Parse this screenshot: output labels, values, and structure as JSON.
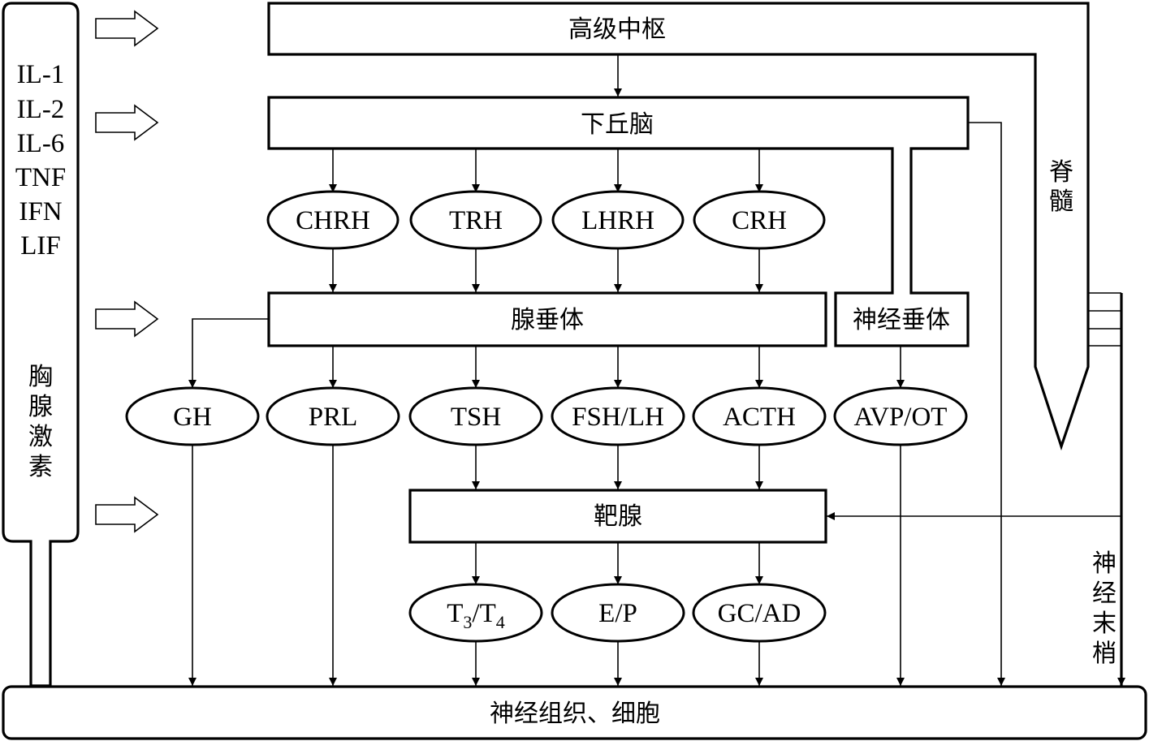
{
  "diagram": {
    "title": "",
    "type": "neuroendocrine-immune regulatory network",
    "boxes": {
      "higher_center": "高级中枢",
      "hypothalamus": "下丘脑",
      "adenohypophysis": "腺垂体",
      "neurohypophysis": "神经垂体",
      "target_gland": "靶腺",
      "nerve_tissue_cells": "神经组织、细胞",
      "spinal_cord": [
        "脊",
        "髓"
      ],
      "nerve_endings": [
        "神",
        "经",
        "末",
        "梢"
      ],
      "thymic_hormone": [
        "胸",
        "腺",
        "激",
        "素"
      ]
    },
    "cytokines": [
      "IL-1",
      "IL-2",
      "IL-6",
      "TNF",
      "IFN",
      "LIF"
    ],
    "releasing_hormones": [
      "CHRH",
      "TRH",
      "LHRH",
      "CRH"
    ],
    "pituitary_hormones": [
      "GH",
      "PRL",
      "TSH",
      "FSH/LH",
      "ACTH",
      "AVP/OT"
    ],
    "target_hormones": [
      {
        "main": "T",
        "sub": "3",
        "mid": "/T",
        "sub2": "4"
      },
      {
        "main": "E/P"
      },
      {
        "main": "GC/AD"
      }
    ],
    "edges": [
      [
        "高级中枢",
        "下丘脑"
      ],
      [
        "高级中枢",
        "脊髓"
      ],
      [
        "下丘脑",
        "CHRH"
      ],
      [
        "下丘脑",
        "TRH"
      ],
      [
        "下丘脑",
        "LHRH"
      ],
      [
        "下丘脑",
        "CRH"
      ],
      [
        "下丘脑",
        "神经垂体"
      ],
      [
        "下丘脑",
        "神经组织、细胞"
      ],
      [
        "CHRH",
        "腺垂体"
      ],
      [
        "TRH",
        "腺垂体"
      ],
      [
        "LHRH",
        "腺垂体"
      ],
      [
        "CRH",
        "腺垂体"
      ],
      [
        "腺垂体",
        "GH"
      ],
      [
        "腺垂体",
        "PRL"
      ],
      [
        "腺垂体",
        "TSH"
      ],
      [
        "腺垂体",
        "FSH/LH"
      ],
      [
        "腺垂体",
        "ACTH"
      ],
      [
        "神经垂体",
        "AVP/OT"
      ],
      [
        "TSH",
        "靶腺"
      ],
      [
        "FSH/LH",
        "靶腺"
      ],
      [
        "ACTH",
        "靶腺"
      ],
      [
        "靶腺",
        "T3/T4"
      ],
      [
        "靶腺",
        "E/P"
      ],
      [
        "靶腺",
        "GC/AD"
      ],
      [
        "GH",
        "神经组织、细胞"
      ],
      [
        "PRL",
        "神经组织、细胞"
      ],
      [
        "T3/T4",
        "神经组织、细胞"
      ],
      [
        "E/P",
        "神经组织、细胞"
      ],
      [
        "GC/AD",
        "神经组织、细胞"
      ],
      [
        "AVP/OT",
        "神经组织、细胞"
      ],
      [
        "神经末梢",
        "靶腺"
      ],
      [
        "神经末梢",
        "神经组织、细胞"
      ],
      [
        "胸腺激素",
        "神经组织、细胞"
      ]
    ]
  }
}
